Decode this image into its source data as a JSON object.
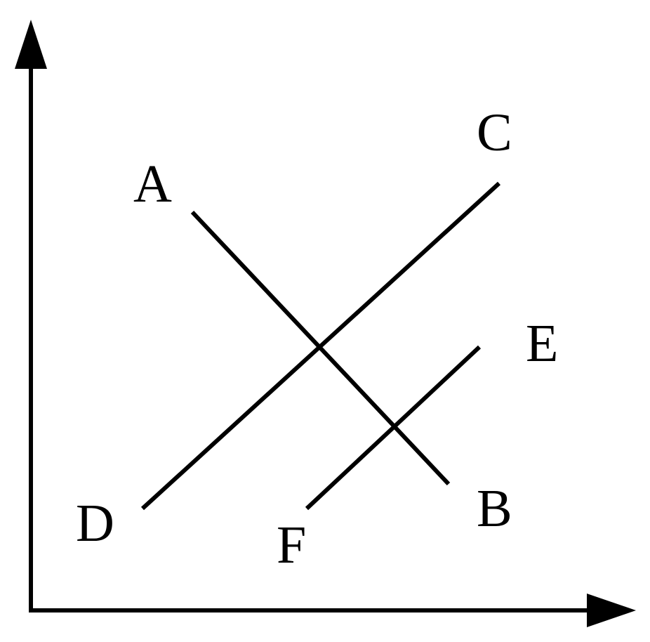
{
  "diagram": {
    "labels": {
      "A": "A",
      "B": "B",
      "C": "C",
      "D": "D",
      "E": "E",
      "F": "F"
    },
    "lines": [
      {
        "id": "AB",
        "from": "A",
        "to": "B"
      },
      {
        "id": "DC",
        "from": "D",
        "to": "C"
      },
      {
        "id": "FE",
        "from": "F",
        "to": "E"
      }
    ],
    "colors": {
      "stroke": "#000000",
      "background": "#ffffff"
    }
  }
}
